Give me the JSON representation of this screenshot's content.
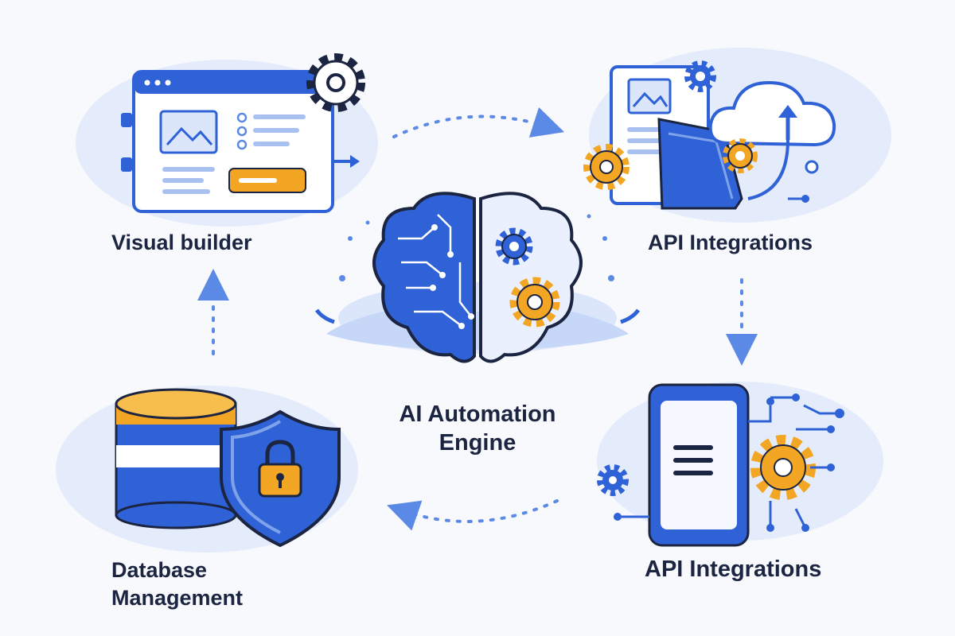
{
  "nodes": {
    "visual_builder": {
      "label": "Visual builder"
    },
    "api_top": {
      "label": "API Integrations"
    },
    "center": {
      "label_line1": "AI Automation",
      "label_line2": "Engine"
    },
    "api_bottom": {
      "label": "API Integrations"
    },
    "database": {
      "label_line1": "Database",
      "label_line2": "Management"
    }
  },
  "icons": [
    "browser-window-icon",
    "gear-icon",
    "image-icon",
    "cloud-upload-icon",
    "brain-icon",
    "smartphone-icon",
    "database-icon",
    "shield-lock-icon",
    "dashed-arrow-icon"
  ],
  "colors": {
    "primary_blue": "#2f62d6",
    "light_blue": "#dbe6fb",
    "accent_orange": "#f3a623",
    "dark_navy": "#1b2440"
  }
}
